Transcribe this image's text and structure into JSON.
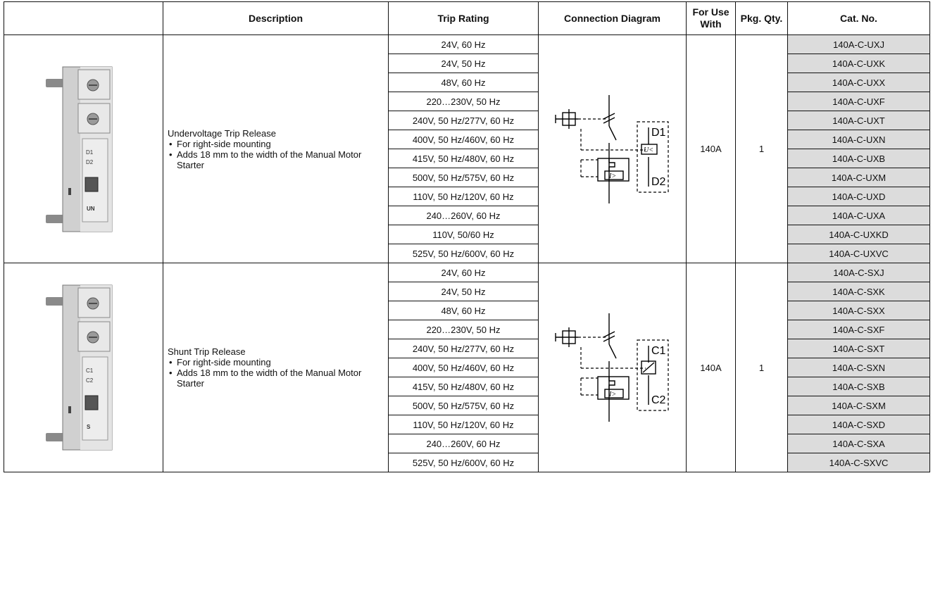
{
  "headers": [
    "",
    "Description",
    "Trip Rating",
    "Connection Diagram",
    "For Use With",
    "Pkg. Qty.",
    "Cat. No."
  ],
  "undervoltage": {
    "title": "Undervoltage Trip Release",
    "bullets": [
      "For right-side mounting",
      "Adds 18 mm to the width of the Manual Motor Starter"
    ],
    "for_use_with": "140A",
    "pkg_qty": "1",
    "module_labels": [
      "D1",
      "D2",
      "UN"
    ],
    "diagram_labels": {
      "top": "D1",
      "bottom": "D2",
      "coil": "U<",
      "overload": "I>"
    },
    "rows": [
      {
        "trip": "24V, 60 Hz",
        "cat": "140A-C-UXJ"
      },
      {
        "trip": "24V, 50 Hz",
        "cat": "140A-C-UXK"
      },
      {
        "trip": "48V, 60 Hz",
        "cat": "140A-C-UXX"
      },
      {
        "trip": "220…230V, 50 Hz",
        "cat": "140A-C-UXF"
      },
      {
        "trip": "240V, 50 Hz/277V, 60 Hz",
        "cat": "140A-C-UXT"
      },
      {
        "trip": "400V, 50 Hz/460V, 60 Hz",
        "cat": "140A-C-UXN"
      },
      {
        "trip": "415V, 50 Hz/480V, 60 Hz",
        "cat": "140A-C-UXB"
      },
      {
        "trip": "500V, 50 Hz/575V, 60 Hz",
        "cat": "140A-C-UXM"
      },
      {
        "trip": "110V, 50 Hz/120V, 60 Hz",
        "cat": "140A-C-UXD"
      },
      {
        "trip": "240…260V, 60 Hz",
        "cat": "140A-C-UXA"
      },
      {
        "trip": "110V, 50/60 Hz",
        "cat": "140A-C-UXKD"
      },
      {
        "trip": "525V, 50 Hz/600V, 60 Hz",
        "cat": "140A-C-UXVC"
      }
    ]
  },
  "shunt": {
    "title": "Shunt Trip Release",
    "bullets": [
      "For right-side mounting",
      "Adds 18 mm to the width of the Manual Motor Starter"
    ],
    "for_use_with": "140A",
    "pkg_qty": "1",
    "module_labels": [
      "C1",
      "C2",
      "S"
    ],
    "diagram_labels": {
      "top": "C1",
      "bottom": "C2",
      "overload": "I>"
    },
    "rows": [
      {
        "trip": "24V, 60 Hz",
        "cat": "140A-C-SXJ"
      },
      {
        "trip": "24V, 50 Hz",
        "cat": "140A-C-SXK"
      },
      {
        "trip": "48V, 60 Hz",
        "cat": "140A-C-SXX"
      },
      {
        "trip": "220…230V, 50 Hz",
        "cat": "140A-C-SXF"
      },
      {
        "trip": "240V, 50 Hz/277V, 60 Hz",
        "cat": "140A-C-SXT"
      },
      {
        "trip": "400V, 50 Hz/460V, 60 Hz",
        "cat": "140A-C-SXN"
      },
      {
        "trip": "415V, 50 Hz/480V, 60 Hz",
        "cat": "140A-C-SXB"
      },
      {
        "trip": "500V, 50 Hz/575V, 60 Hz",
        "cat": "140A-C-SXM"
      },
      {
        "trip": "110V, 50 Hz/120V, 60 Hz",
        "cat": "140A-C-SXD"
      },
      {
        "trip": "240…260V, 60 Hz",
        "cat": "140A-C-SXA"
      },
      {
        "trip": "525V, 50 Hz/600V, 60 Hz",
        "cat": "140A-C-SXVC"
      }
    ]
  }
}
